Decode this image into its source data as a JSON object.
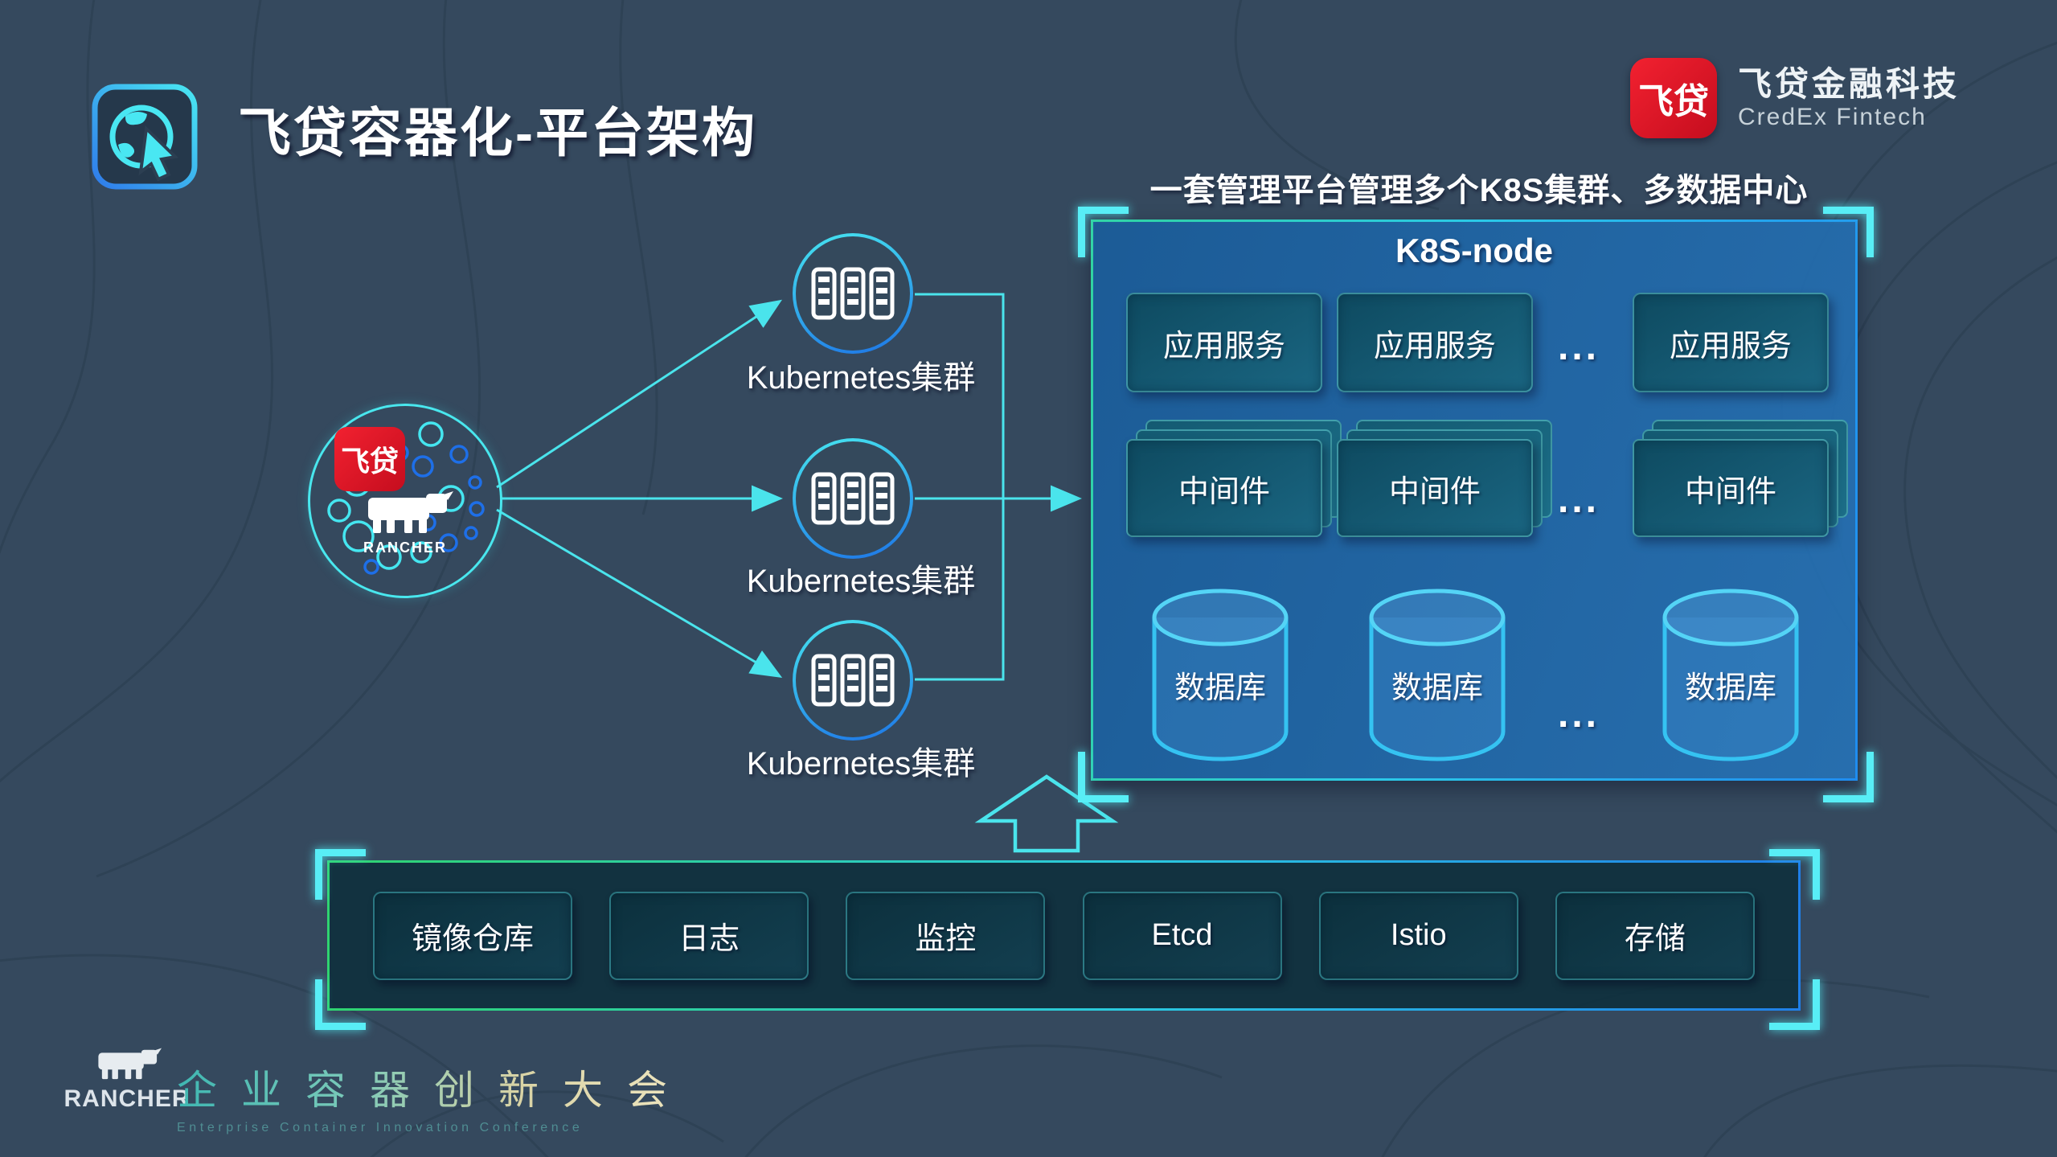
{
  "header": {
    "title": "飞贷容器化-平台架构",
    "brand_badge": "飞贷",
    "brand_cn": "飞贷金融科技",
    "brand_en": "CredEx Fintech"
  },
  "caption": "一套管理平台管理多个K8S集群、多数据中心",
  "hub": {
    "badge": "飞贷",
    "label": "RANCHER"
  },
  "clusters": [
    "Kubernetes集群",
    "Kubernetes集群",
    "Kubernetes集群"
  ],
  "k8s_panel": {
    "title": "K8S-node",
    "app_services": [
      "应用服务",
      "应用服务",
      "应用服务"
    ],
    "middleware": [
      "中间件",
      "中间件",
      "中间件"
    ],
    "databases": [
      "数据库",
      "数据库",
      "数据库"
    ],
    "ellipsis": "..."
  },
  "platform_bar": {
    "items": [
      "镜像仓库",
      "日志",
      "监控",
      "Etcd",
      "Istio",
      "存储"
    ]
  },
  "footer": {
    "rancher_label": "RANCHER",
    "conference_cn": "企业容器创新大会",
    "conference_en": "Enterprise Container Innovation Conference"
  },
  "colors": {
    "background": "#35495e",
    "accent_cyan": "#4ae4ec",
    "accent_green": "#2fd470",
    "accent_blue": "#1f7fe8",
    "panel_blue": "#20639f",
    "brand_red": "#e8192c"
  }
}
